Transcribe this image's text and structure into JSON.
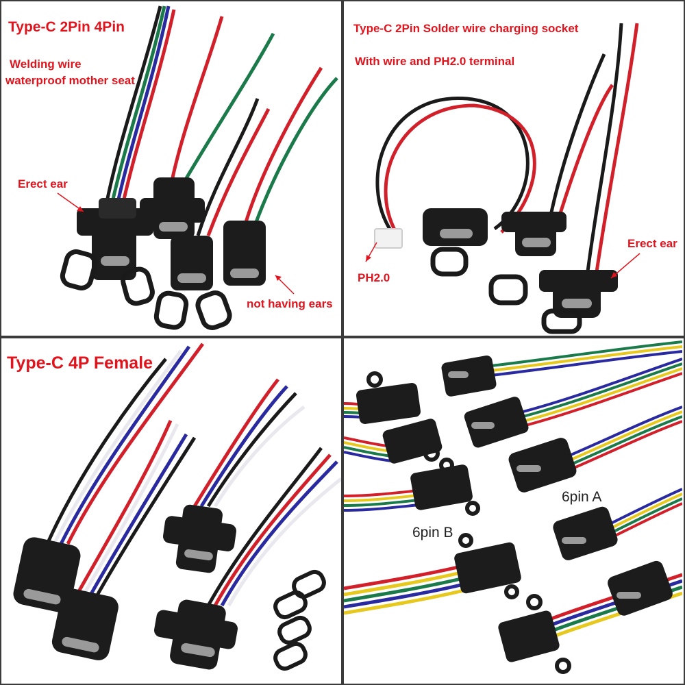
{
  "panels": {
    "top_left": {
      "title": "Type-C 2Pin 4Pin",
      "subtitle_line1": "Welding wire",
      "subtitle_line2": "waterproof mother seat",
      "callout_erect": "Erect ear",
      "callout_no_ears": "not having ears"
    },
    "top_right": {
      "title": "Type-C 2Pin Solder wire charging socket",
      "subtitle": "With wire and PH2.0 terminal",
      "callout_ph": "PH2.0",
      "callout_erect": "Erect ear"
    },
    "bottom_left": {
      "title": "Type-C 4P Female"
    },
    "bottom_right": {
      "label_a": "6pin  A",
      "label_b": "6pin  B"
    }
  },
  "colors": {
    "label_red": "#e1141e",
    "wire_red": "#d2202a",
    "wire_black": "#1a1a1a",
    "wire_green": "#1a7a4a",
    "wire_blue": "#2a2aa0",
    "wire_yellow": "#e6c81e",
    "connector_body": "#1c1c1c",
    "divider": "#3b3b3b"
  }
}
